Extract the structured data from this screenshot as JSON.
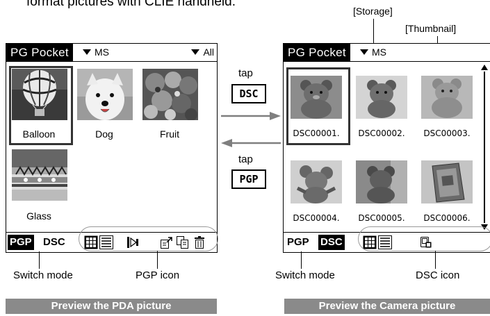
{
  "intro_text": "format pictures with CLIE handheld.",
  "colors": {
    "black": "#000000",
    "banner": "#8a8a8a",
    "oval": "#999999",
    "arrow": "#7f7f7f"
  },
  "left_screen": {
    "app_title": "PG Pocket",
    "storage": "MS",
    "category": "All",
    "thumbnails": [
      {
        "caption": "Balloon",
        "selected": true,
        "icon": "balloon-photo"
      },
      {
        "caption": "Dog",
        "selected": false,
        "icon": "dog-photo"
      },
      {
        "caption": "Fruit",
        "selected": false,
        "icon": "fruit-photo"
      },
      {
        "caption": "Glass",
        "selected": false,
        "icon": "glass-photo"
      }
    ],
    "mode_pgp": "PGP",
    "mode_dsc": "DSC",
    "icons": [
      "thumbnail-view-icon",
      "list-view-icon",
      "slideshow-icon",
      "export-icon",
      "copy-icon",
      "trash-icon"
    ]
  },
  "right_screen": {
    "app_title": "PG Pocket",
    "storage": "MS",
    "thumbnails": [
      {
        "caption": "DSC00001.",
        "selected": true
      },
      {
        "caption": "DSC00002.",
        "selected": false
      },
      {
        "caption": "DSC00003.",
        "selected": false
      },
      {
        "caption": "DSC00004.",
        "selected": false
      },
      {
        "caption": "DSC00005.",
        "selected": false
      },
      {
        "caption": "DSC00006.",
        "selected": false
      }
    ],
    "mode_pgp": "PGP",
    "mode_dsc": "DSC",
    "icons": [
      "thumbnail-view-icon",
      "list-view-icon",
      "copy-to-pda-icon"
    ]
  },
  "arrows": {
    "tap_to_dsc": {
      "tap": "tap",
      "button": "DSC"
    },
    "tap_to_pgp": {
      "tap": "tap",
      "button": "PGP"
    }
  },
  "callouts": {
    "storage": "[Storage]",
    "thumbnail": "[Thumbnail]"
  },
  "labels": {
    "left_switch": "Switch mode",
    "left_icon": "PGP icon",
    "right_switch": "Switch mode",
    "right_icon": "DSC icon"
  },
  "banners": {
    "left": "Preview the PDA picture",
    "right": "Preview the Camera picture"
  }
}
